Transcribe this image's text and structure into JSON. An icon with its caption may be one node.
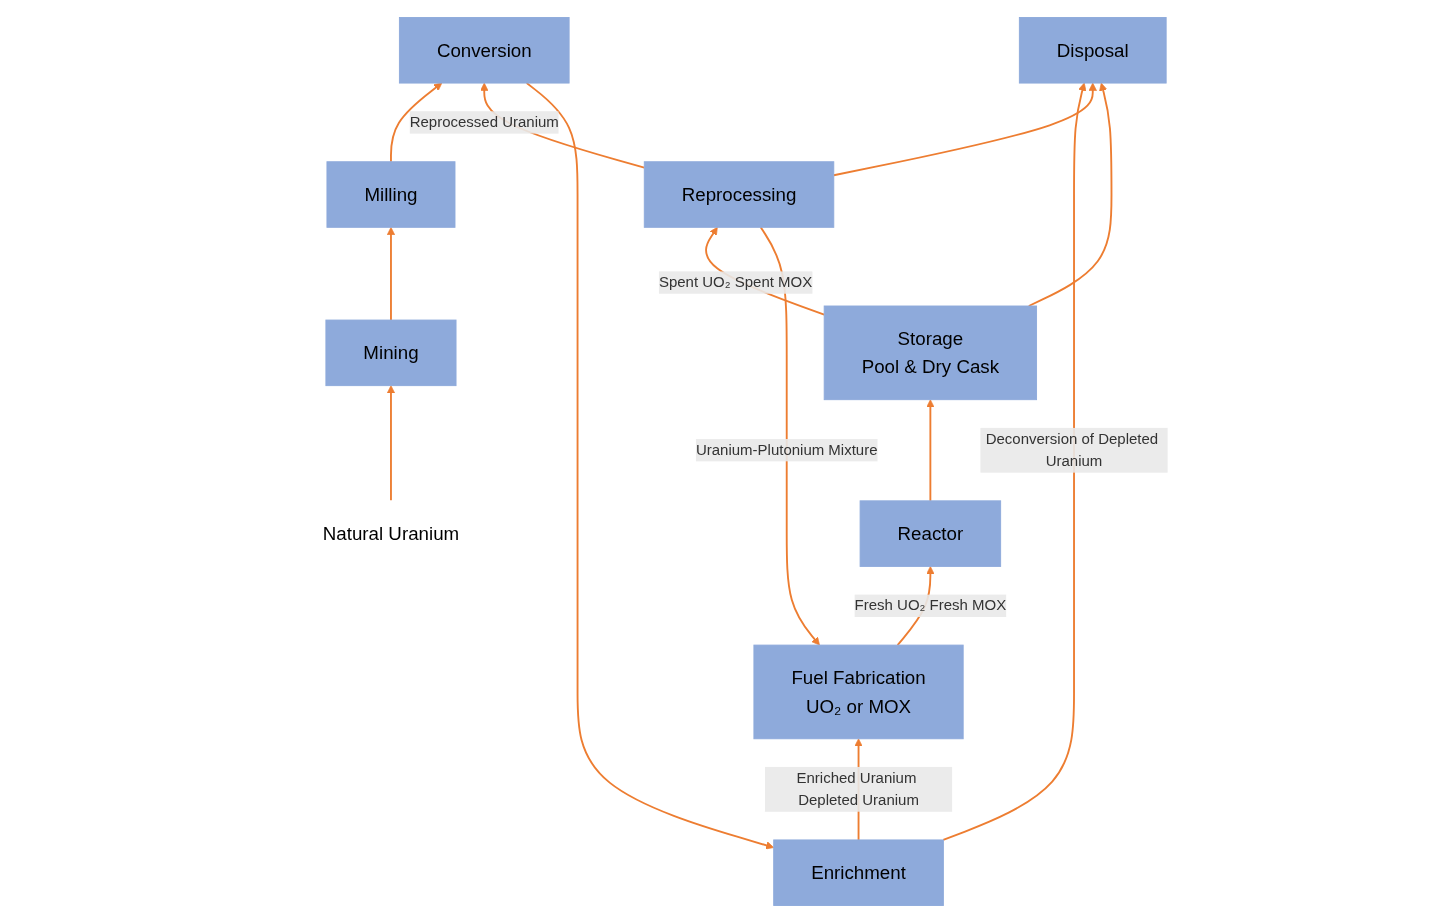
{
  "diagram": {
    "nodes": [
      {
        "text": [
          "Enrichment"
        ]
      },
      {
        "text": [
          "Fuel Fabrication",
          "UO₂ or MOX"
        ]
      },
      {
        "text": [
          "Conversion"
        ]
      },
      {
        "text": [
          "Reactor"
        ]
      },
      {
        "text": [
          "Milling"
        ]
      },
      {
        "text": [
          "Reprocessing"
        ]
      },
      {
        "text": [
          "Storage",
          "Pool & Dry Cask"
        ]
      },
      {
        "text": [
          "Mining"
        ]
      },
      {
        "text": [
          "Disposal"
        ]
      },
      {
        "text": [
          "Natural Uranium"
        ]
      }
    ],
    "edges": [
      {
        "from": 9,
        "to": 7,
        "arrow": "to"
      },
      {
        "from": 7,
        "to": 4,
        "arrow": "to"
      },
      {
        "from": 4,
        "to": 2,
        "arrow": "to"
      },
      {
        "from": 2,
        "to": 0,
        "arrow": "to"
      },
      {
        "from": 0,
        "to": 1,
        "arrow": "to",
        "label": "Enriched Uranium Depleted Uranium"
      },
      {
        "from": 0,
        "to": 8,
        "arrow": "to",
        "label": "Deconversion of Depleted Uranium"
      },
      {
        "from": 1,
        "to": 3,
        "arrow": "to",
        "label": "Fresh UO₂ Fresh MOX"
      },
      {
        "from": 3,
        "to": 6,
        "arrow": "to"
      },
      {
        "from": 6,
        "to": 5,
        "arrow": "to",
        "label": "Spent UO₂ Spent MOX"
      },
      {
        "from": 5,
        "to": 1,
        "arrow": "to",
        "label": "Uranium-Plutonium Mixture"
      },
      {
        "from": 5,
        "to": 2,
        "arrow": "to",
        "label": "Reprocessed Uranium"
      },
      {
        "from": 5,
        "to": 8,
        "arrow": "to"
      },
      {
        "from": 6,
        "to": 8,
        "arrow": "to"
      }
    ]
  }
}
